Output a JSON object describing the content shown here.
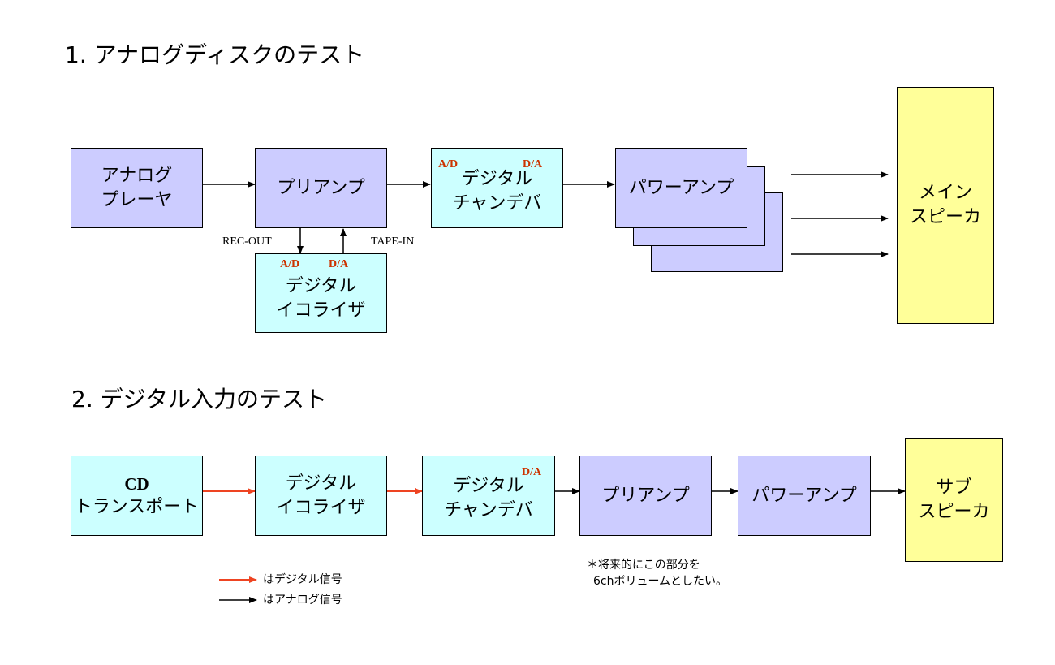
{
  "section1": {
    "title": "1. アナログディスクのテスト",
    "analog_player": {
      "line1": "アナログ",
      "line2": "プレーヤ"
    },
    "preamp": {
      "label": "プリアンプ"
    },
    "channel_divider": {
      "tag_ad": "A/D",
      "tag_da": "D/A",
      "line1": "デジタル",
      "line2": "チャンデバ"
    },
    "power_amp": {
      "label": "パワーアンプ"
    },
    "main_speaker": {
      "line1": "メイン",
      "line2": "スピーカ"
    },
    "equalizer": {
      "tag_ad": "A/D",
      "tag_da": "D/A",
      "line1": "デジタル",
      "line2": "イコライザ"
    },
    "rec_out_label": "REC-OUT",
    "tape_in_label": "TAPE-IN"
  },
  "section2": {
    "title": "2. デジタル入力のテスト",
    "cd_transport": {
      "line1": "CD",
      "line2": "トランスポート"
    },
    "equalizer": {
      "line1": "デジタル",
      "line2": "イコライザ"
    },
    "channel_divider": {
      "tag_da": "D/A",
      "line1": "デジタル",
      "line2": "チャンデバ"
    },
    "preamp": {
      "label": "プリアンプ"
    },
    "power_amp": {
      "label": "パワーアンプ"
    },
    "sub_speaker": {
      "line1": "サブ",
      "line2": "スピーカ"
    },
    "note": {
      "line1": "＊将来的にこの部分を",
      "line2": "6chボリュームとしたい。"
    }
  },
  "legend": {
    "digital": "はデジタル信号",
    "analog": "はアナログ信号"
  },
  "colors": {
    "analog_box": "#ccccff",
    "digital_box": "#ccffff",
    "speaker_box": "#ffff99",
    "digital_signal": "#ee4422",
    "analog_signal": "#000000",
    "converter_tag": "#cc3300"
  }
}
